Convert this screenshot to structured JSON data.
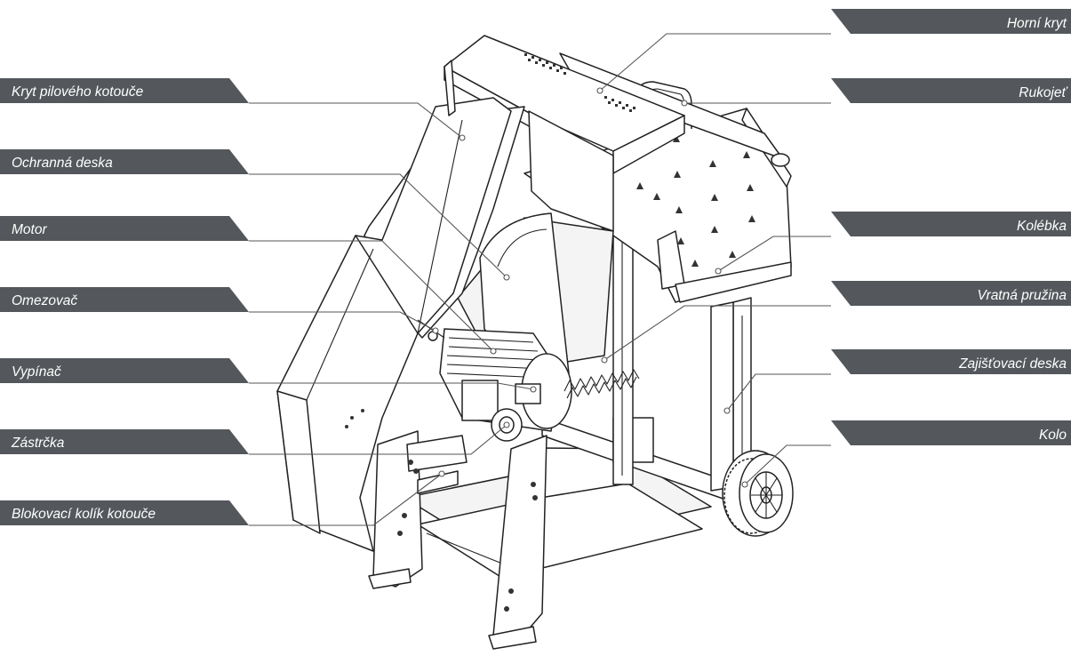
{
  "callouts": {
    "blade_guard": "Kryt pilového kotouče",
    "protective_plate": "Ochranná deska",
    "motor": "Motor",
    "limiter": "Omezovač",
    "switch": "Vypínač",
    "plug": "Zástrčka",
    "blade_lock_pin": "Blokovací kolík kotouče",
    "top_cover": "Horní kryt",
    "handle": "Rukojeť",
    "cradle": "Kolébka",
    "return_spring": "Vratná pružina",
    "locking_plate": "Zajišťovací deska",
    "wheel": "Kolo"
  },
  "colors": {
    "label_bg": "#54585c",
    "label_text": "#ffffff",
    "line": "#555555"
  }
}
